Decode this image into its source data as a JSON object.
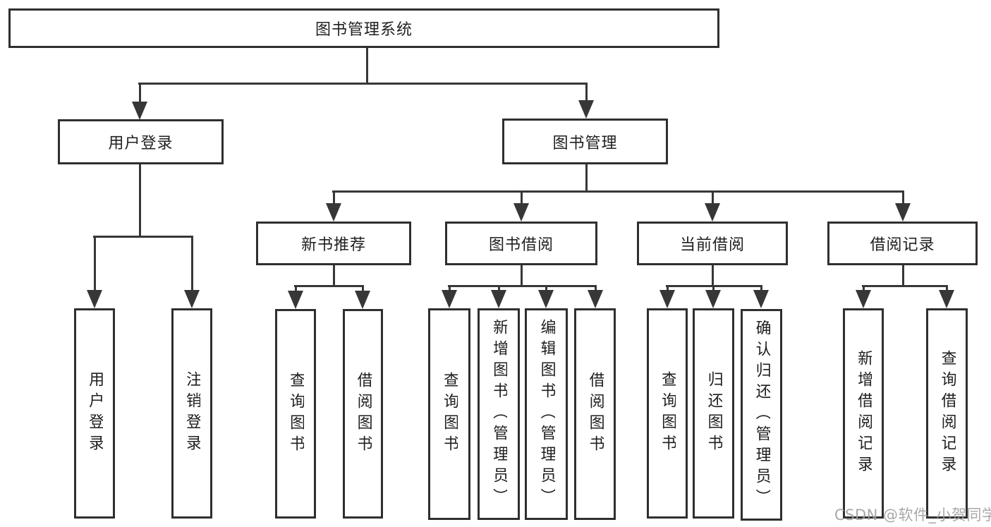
{
  "diagram": {
    "root": {
      "label": "图书管理系统"
    },
    "branches": [
      {
        "label": "用户登录",
        "children": [
          {
            "label": "用户登录"
          },
          {
            "label": "注销登录"
          }
        ]
      },
      {
        "label": "图书管理",
        "children": [
          {
            "label": "新书推荐",
            "children": [
              {
                "label": "查询图书"
              },
              {
                "label": "借阅图书"
              }
            ]
          },
          {
            "label": "图书借阅",
            "children": [
              {
                "label": "查询图书"
              },
              {
                "label": "新增图书（管理员）"
              },
              {
                "label": "编辑图书（管理员）"
              },
              {
                "label": "借阅图书"
              }
            ]
          },
          {
            "label": "当前借阅",
            "children": [
              {
                "label": "查询图书"
              },
              {
                "label": "归还图书"
              },
              {
                "label": "确认归还（管理员）"
              }
            ]
          },
          {
            "label": "借阅记录",
            "children": [
              {
                "label": "新增借阅记录"
              },
              {
                "label": "查询借阅记录"
              }
            ]
          }
        ]
      }
    ],
    "watermark": "CSDN @软件_小贺同学",
    "colors": {
      "line": "#373737",
      "box_border": "#2f2f2f",
      "text": "#1f1f1f",
      "background": "#ffffff",
      "watermark": "#9e9e9e"
    }
  }
}
